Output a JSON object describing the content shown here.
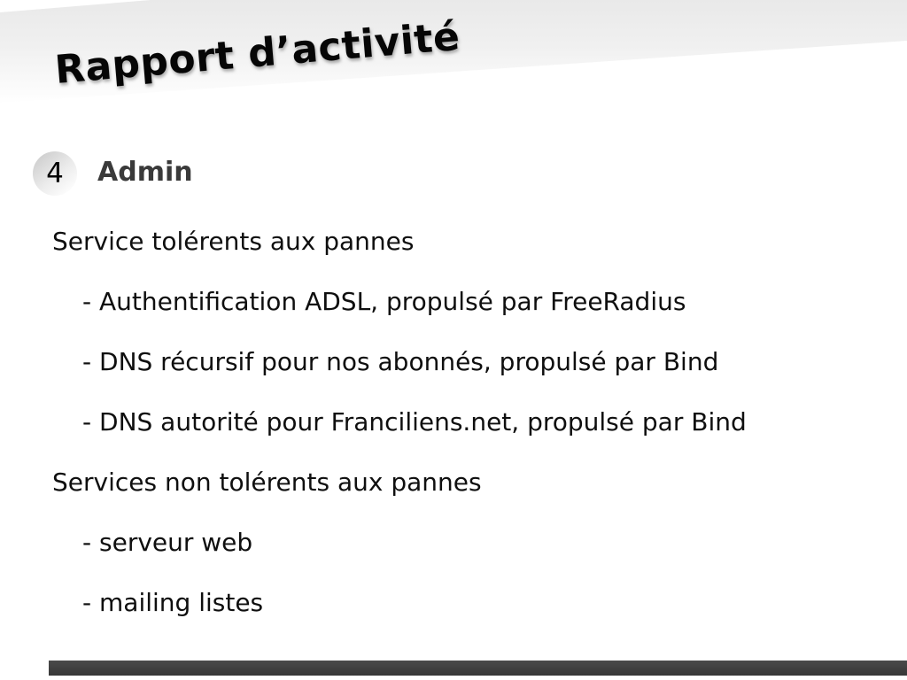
{
  "header": {
    "title": "Rapport d’activité"
  },
  "section": {
    "number": "4",
    "title": "Admin"
  },
  "content": {
    "groups": [
      {
        "heading": "Service tolérents aux pannes",
        "items": [
          "- Authentification ADSL, propulsé par FreeRadius",
          "- DNS récursif pour nos abonnés, propulsé par Bind",
          "- DNS autorité pour Franciliens.net, propulsé par Bind"
        ]
      },
      {
        "heading": "Services non tolérents aux pannes",
        "items": [
          "- serveur web",
          "- mailing listes"
        ]
      }
    ]
  },
  "colors": {
    "header_gradient_top": "#e9e9e9",
    "header_gradient_bottom": "#ffffff",
    "title_text": "#060606",
    "section_title_text": "#3a3a3a",
    "body_text": "#0f0f0f",
    "badge_gradient_start": "#c7c7c7",
    "footer_bar": "#3d3d3d"
  }
}
